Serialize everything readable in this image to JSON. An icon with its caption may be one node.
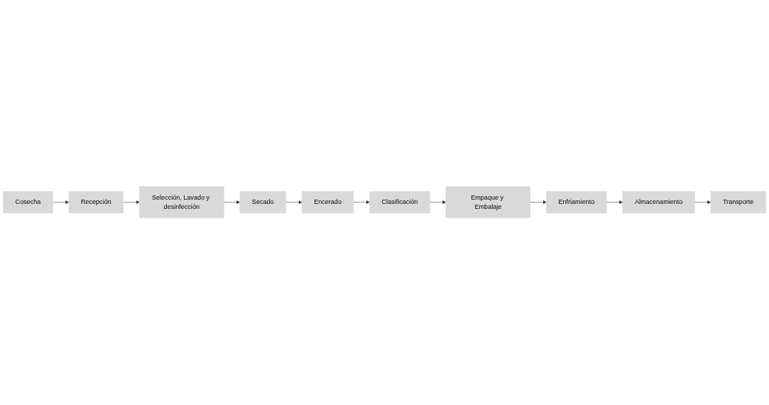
{
  "diagram": {
    "nodes": [
      {
        "text": [
          "Cosecha"
        ]
      },
      {
        "text": [
          "Recepción"
        ]
      },
      {
        "text": [
          "Selección, Lavado y desinfección"
        ]
      },
      {
        "text": [
          "Secado"
        ]
      },
      {
        "text": [
          "Encerado"
        ]
      },
      {
        "text": [
          "Clasificación"
        ]
      },
      {
        "text": [
          "Empaque y Embalaje"
        ]
      },
      {
        "text": [
          "Enfriamiento"
        ]
      },
      {
        "text": [
          "Almacenamiento"
        ]
      },
      {
        "text": [
          "Transporte"
        ]
      }
    ],
    "edges": [
      {
        "from": 0,
        "to": 1,
        "arrow": "to"
      },
      {
        "from": 1,
        "to": 2,
        "arrow": "to"
      },
      {
        "from": 2,
        "to": 3,
        "arrow": "to"
      },
      {
        "from": 3,
        "to": 4,
        "arrow": "to"
      },
      {
        "from": 4,
        "to": 5,
        "arrow": "to"
      },
      {
        "from": 5,
        "to": 6,
        "arrow": "to"
      },
      {
        "from": 6,
        "to": 7,
        "arrow": "to"
      },
      {
        "from": 7,
        "to": 8,
        "arrow": "to"
      },
      {
        "from": 8,
        "to": 9,
        "arrow": "to"
      }
    ]
  }
}
